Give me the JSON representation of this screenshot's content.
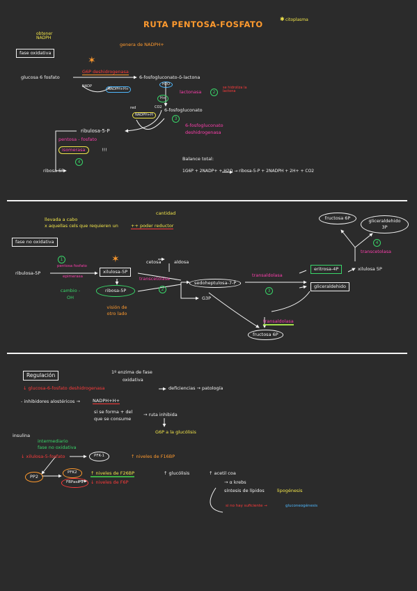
{
  "title": "RUTA PENTOSA-FOSFATO",
  "title_note": "citoplasma",
  "section1": {
    "fase": "fase oxidativa",
    "note_top": "obtener NADPH",
    "genera": "genera de NADPH+",
    "glucosa": "glucosa 6 fosfato",
    "enzyme1": "G6P deshidrogenasa",
    "nadp_in": "NADP",
    "nadph_out": "NADPH+H+",
    "lactona": "6-fosfogluconato-δ-lactona",
    "h2o": "H2O",
    "hplus": "H+",
    "lactonasa": "lactonasa",
    "num2": "2",
    "hidroliza": "se hidroliza la lactona",
    "red": "red",
    "nadph2": "NADPH+H",
    "co2": "CO2",
    "fosfogluconato": "6-fosfogluconato",
    "enzyme3": "6-fosfogluconato deshidrogenasa",
    "num3": "3",
    "ribulosa": "ribulosa-5-P",
    "isomerasa_lbl": "pentosa - fosfato",
    "isomerasa": "isomerasa",
    "exclaim": "!!!",
    "num4": "4",
    "ribosa": "ribosa 5P",
    "balance_title": "Balance total:",
    "balance_eq": "1G6P + 2NADP+ + H2O → ribosa-5-P + 2NADPH + 2H+ + CO2"
  },
  "section2": {
    "note1": "llevada a cabo",
    "note2": "x aquellas cels que requieren un",
    "note2b": "++ poder reductor",
    "cantidad": "cantidad",
    "fase": "fase no oxidativa",
    "ribulosa": "ribulosa-5P",
    "num1": "1",
    "epimerasa_lbl": "pentosa fosfato",
    "epimerasa": "epimerasa",
    "xilulosa": "xilulosa-5P",
    "cambio": "cambio -OH",
    "ribosa": "ribosa-5P",
    "vision": "visión de otro lado",
    "cetosa": "cetosa",
    "aldosa": "aldosa",
    "transcetolasa": "transcetolasa",
    "num2": "2",
    "sedoheptulosa": "sedoheptulosa-7-P",
    "g3p": "G3P",
    "transaldolasa": "transaldolasa",
    "num3": "3",
    "eritrosa": "eritrosa-4P",
    "xilulosa2": "xilulosa 5P",
    "gliceraldehido": "gliceraldehido",
    "fructosa6p": "fructosa 6P",
    "fructosa6p_b": "fructosa 6P",
    "gliceraldehido3p": "gliceraldehido 3P",
    "num4": "4",
    "transcetolasa2": "transcetolasa",
    "transaldolasa_b": "transaldolasa"
  },
  "section3": {
    "regulacion": "Regulación",
    "note_a": "1º enzima de fase",
    "note_b": "oxidativa",
    "line1_l": "↓ glucosa-6-fosfato deshidrogenasa",
    "line1_r": "deficiencias → patología",
    "line2_l": "- inhibidores alostéricos →",
    "line2_nadph": "NADPH+H+",
    "line3a": "si se forma + del",
    "line3b": "que se consume",
    "line3c": "→ ruta inhibida",
    "line4": "G6P a la glucólisis",
    "insulina": "insulina",
    "inter_a": "intermediario",
    "inter_b": "fase no oxidativa",
    "xil": "↓ xilulosa-5-fosfato",
    "pfk1": "PFK-1",
    "niveles1": "↑ niveles de F16BP",
    "pp2": "PP2",
    "pfk2": "PFK2",
    "fbpasa": "FBPasa-2",
    "niveles2": "↑ niveles de F26BP",
    "niveles3": "↓ niveles de F6P",
    "gluco": "↑ glucólisis",
    "acetil": "↑ acetil coa",
    "krebs": "→ α krebs",
    "sintesis": "síntesis de lípidos",
    "lipo": "lipogénesis",
    "gluconeo": "si no hay suficiente →",
    "gluconeo2": "gluconeogénesis"
  }
}
